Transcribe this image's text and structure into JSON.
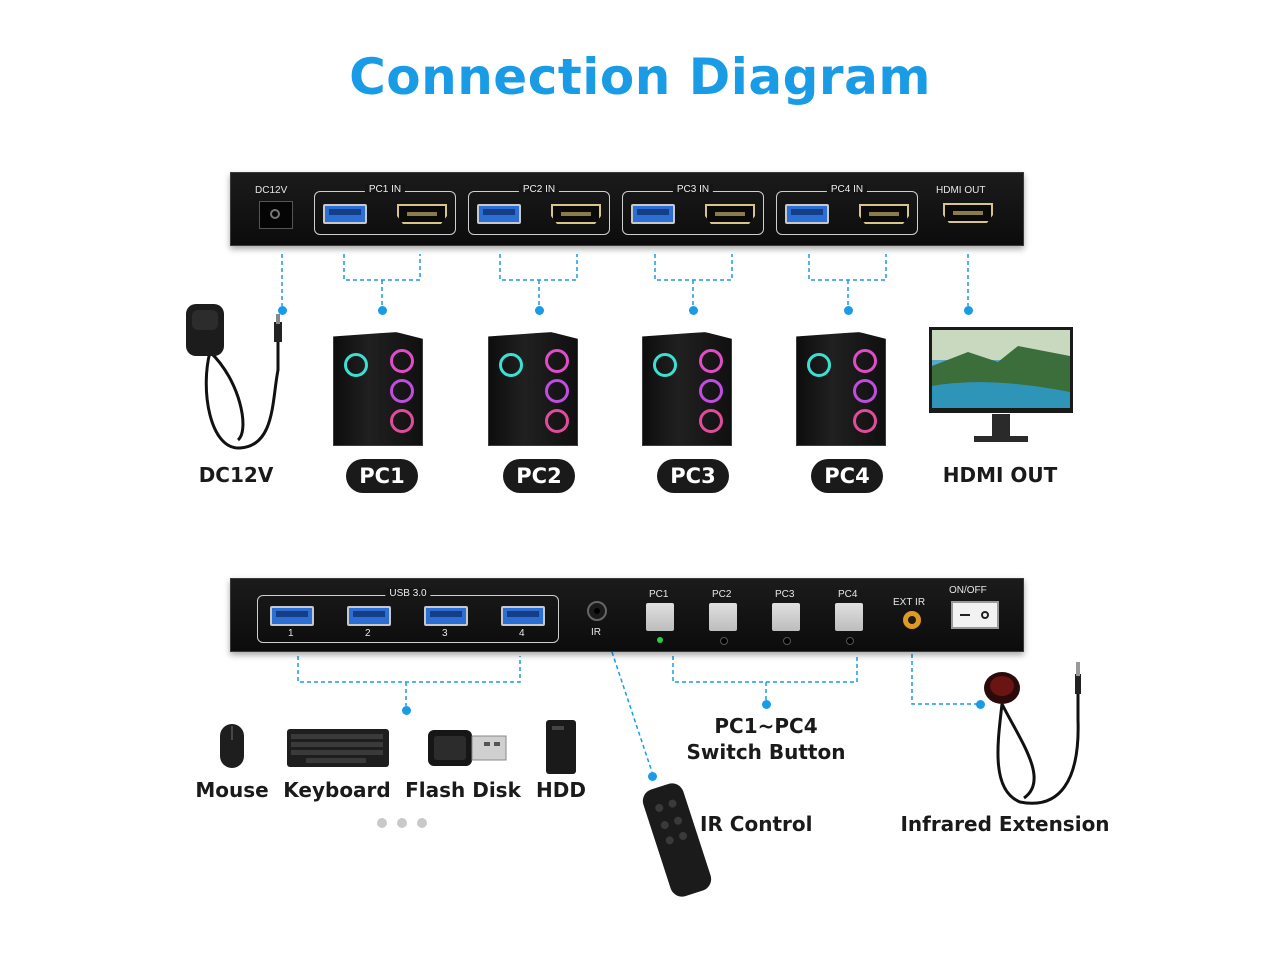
{
  "title": "Connection Diagram",
  "top_panel": {
    "dc_label": "DC12V",
    "inputs": [
      {
        "label": "PC1 IN"
      },
      {
        "label": "PC2 IN"
      },
      {
        "label": "PC3 IN"
      },
      {
        "label": "PC4 IN"
      }
    ],
    "hdmi_out_label": "HDMI OUT"
  },
  "top_devices": {
    "dc": "DC12V",
    "pcs": [
      "PC1",
      "PC2",
      "PC3",
      "PC4"
    ],
    "hdmi_out": "HDMI OUT"
  },
  "bottom_panel": {
    "usb_group_label": "USB 3.0",
    "usb_ports": [
      "1",
      "2",
      "3",
      "4"
    ],
    "ir_label": "IR",
    "pc_buttons": [
      "PC1",
      "PC2",
      "PC3",
      "PC4"
    ],
    "ext_ir_label": "EXT IR",
    "power_label": "ON/OFF"
  },
  "bottom_devices": {
    "peripherals": [
      "Mouse",
      "Keyboard",
      "Flash Disk",
      "HDD"
    ],
    "switch_button_line1": "PC1~PC4",
    "switch_button_line2": "Switch Button",
    "ir_control": "IR Control",
    "infrared_extension": "Infrared Extension"
  },
  "colors": {
    "accent": "#1a9be6",
    "panel": "#151515",
    "led_active": "#2ecc40"
  }
}
